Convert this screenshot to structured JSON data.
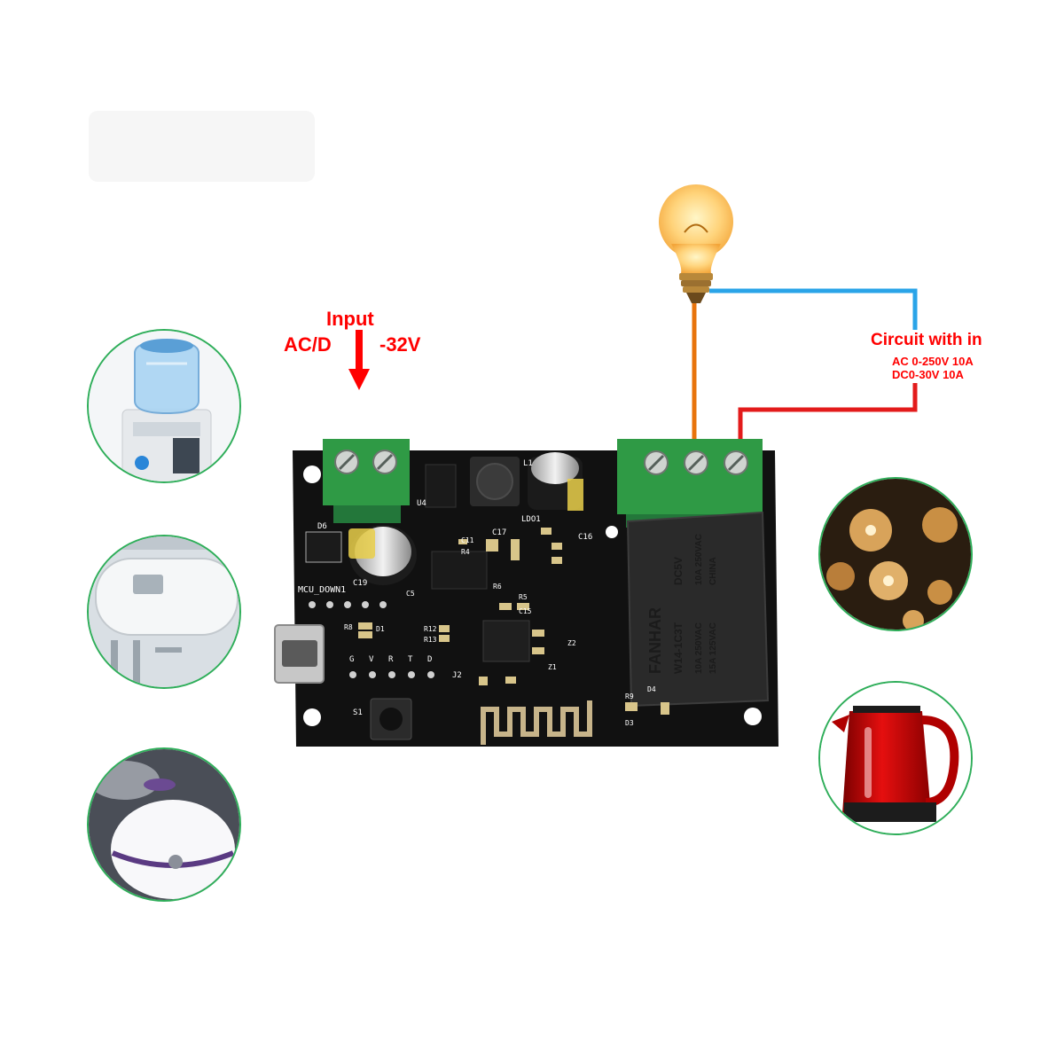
{
  "input_label": {
    "title": "Input",
    "left": "AC/D",
    "right": "-32V"
  },
  "circuit_label": {
    "title": "Circuit with in",
    "ac": "AC 0-250V 10A",
    "dc": "DC0-30V 10A"
  },
  "board": {
    "silkscreen": {
      "mcu_down": "MCU_DOWN1",
      "pins": [
        "G",
        "V",
        "R",
        "T",
        "D"
      ],
      "j2": "J2",
      "s1": "S1",
      "d6": "D6",
      "c19": "C19",
      "ldo1": "LDO1",
      "l1": "L1",
      "u4": "U4",
      "c17": "C17",
      "c16": "C16",
      "c11": "C11",
      "r4": "R4",
      "r6": "R6",
      "r5": "R5",
      "c15": "C15",
      "r8": "R8",
      "d1": "D1",
      "r12": "R12",
      "r13": "R13",
      "z1": "Z1",
      "z2": "Z2",
      "r9": "R9",
      "d3": "D3",
      "d4": "D4",
      "c5": "C5"
    },
    "relay": {
      "brand": "FANHAR",
      "model": "W14-1C3T",
      "coil": "DC5V",
      "rating1": "10A 250VAC",
      "rating2": "15A 125VAC",
      "rating3": "10A 250VAC",
      "origin": "CHINA"
    }
  },
  "colors": {
    "arrow": "#ff0000",
    "wire_blue": "#2aa4e8",
    "wire_orange": "#e8740c",
    "wire_red": "#e31b1b",
    "pcb": "#111111",
    "terminal_green": "#2f9a45",
    "relay": "#2a2a2a"
  },
  "appliances": [
    {
      "name": "water-dispenser",
      "side": "left"
    },
    {
      "name": "water-heater",
      "side": "left"
    },
    {
      "name": "humidifier",
      "side": "left"
    },
    {
      "name": "pendant-lamps",
      "side": "right"
    },
    {
      "name": "electric-kettle",
      "side": "right"
    }
  ]
}
